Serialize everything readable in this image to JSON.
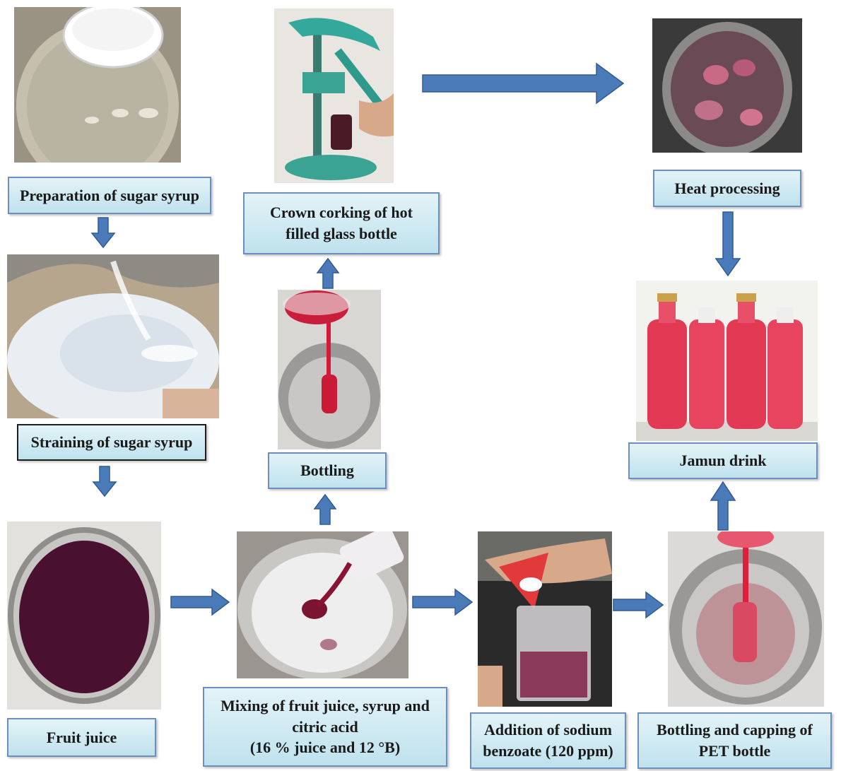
{
  "steps": {
    "sugar_syrup": "Preparation of sugar syrup",
    "straining": "Straining of sugar syrup",
    "fruit_juice": "Fruit juice",
    "mixing": {
      "line1": "Mixing of  fruit juice, syrup and",
      "line2": "citric acid",
      "line3": "(16 % juice and 12 °B)"
    },
    "sodium_benzoate": {
      "line1": "Addition of sodium",
      "line2": "benzoate (120 ppm)"
    },
    "pet_bottling": {
      "line1": "Bottling and capping of",
      "line2": "PET bottle"
    },
    "bottling": "Bottling",
    "crown_corking": {
      "line1": "Crown corking of hot",
      "line2": "filled glass bottle"
    },
    "heat_processing": "Heat processing",
    "jamun_drink": "Jamun drink"
  },
  "colors": {
    "arrow": "#4a7ab8",
    "label_border": "#6d8fbf",
    "label_fill": "#c9e7f1",
    "juice": "#4a1030",
    "drink": "#e23a55"
  }
}
